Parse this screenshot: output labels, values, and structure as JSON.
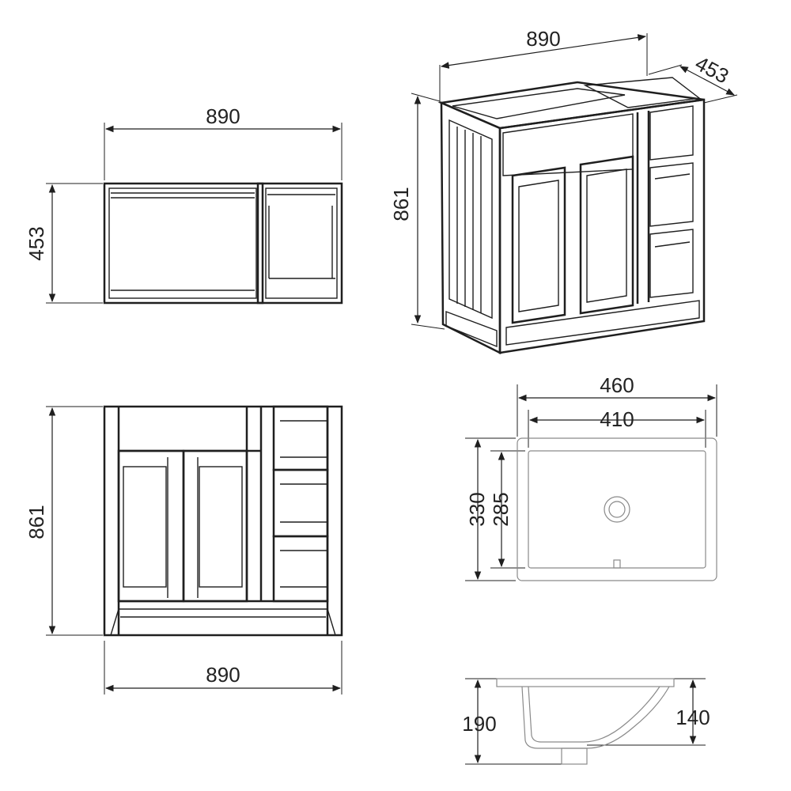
{
  "views": {
    "top_view": {
      "width_label": "890",
      "depth_label": "453"
    },
    "iso_view": {
      "width_label": "890",
      "depth_label": "453",
      "height_label": "861"
    },
    "front_view": {
      "height_label": "861",
      "width_label": "890"
    },
    "basin_plan": {
      "outer_width_label": "460",
      "inner_width_label": "410",
      "outer_depth_label": "330",
      "inner_depth_label": "285"
    },
    "basin_section": {
      "total_height_label": "190",
      "bowl_height_label": "140"
    }
  },
  "colors": {
    "line": "#1f1f1f",
    "light_line": "#8a8a8a",
    "background": "#ffffff"
  }
}
